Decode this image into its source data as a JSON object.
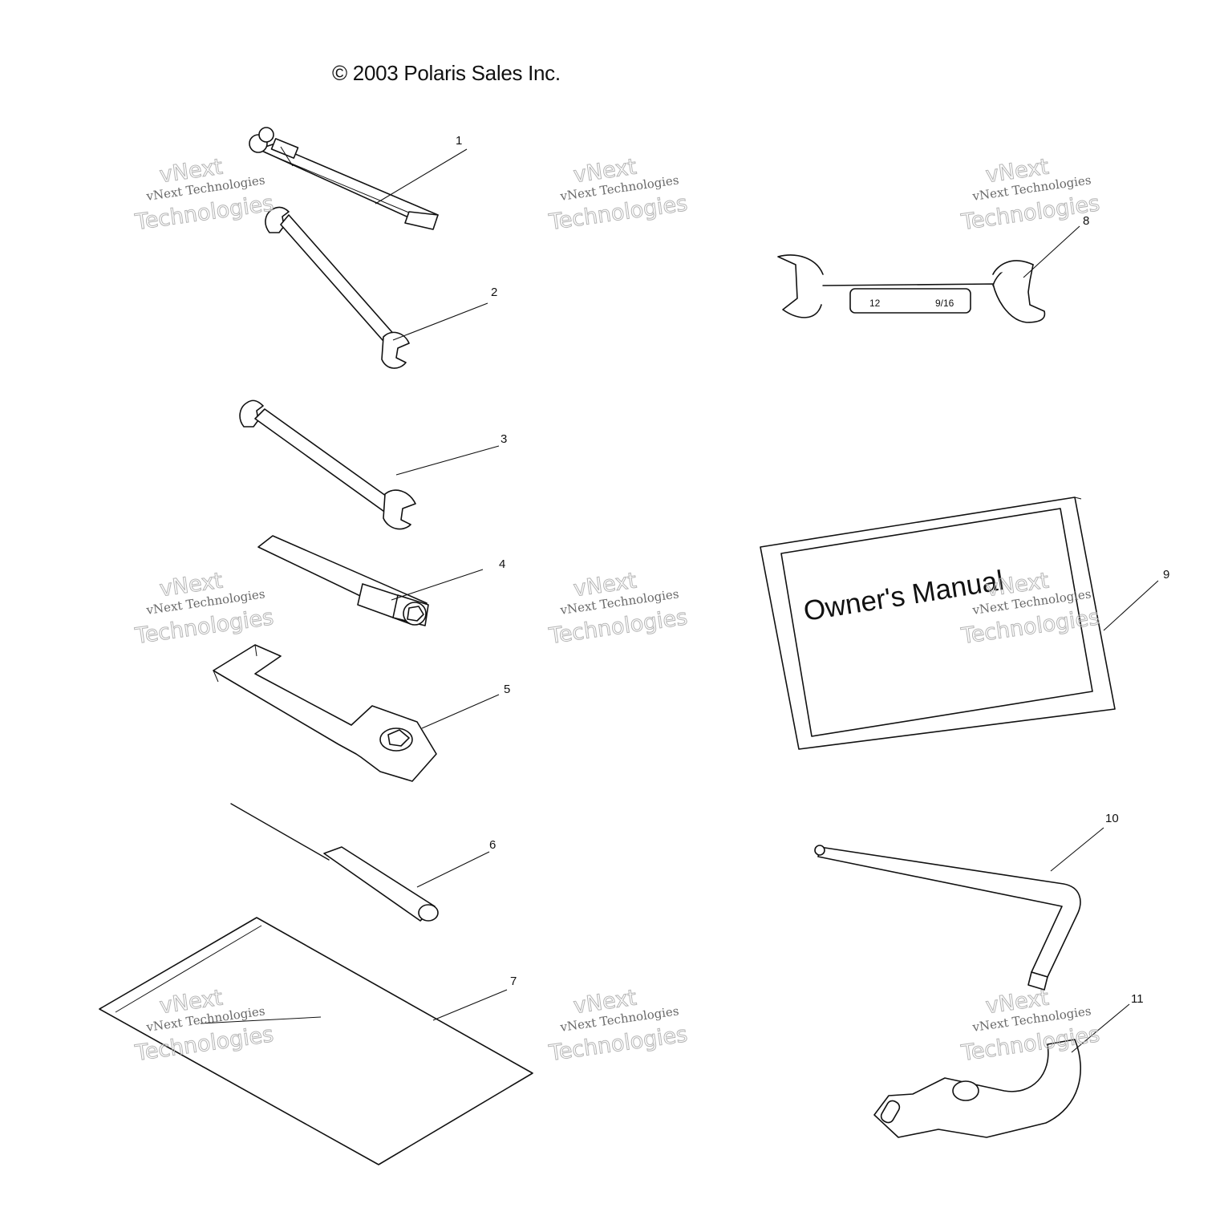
{
  "copyright": "© 2003 Polaris Sales Inc.",
  "watermark": {
    "line1": "vNext",
    "line2": "vNext Technologies",
    "line3": "Technologies"
  },
  "callouts": [
    "1",
    "2",
    "3",
    "4",
    "5",
    "6",
    "7",
    "8",
    "9",
    "10",
    "11"
  ],
  "manual_title": "Owner's Manual",
  "wrench8_markings": [
    "12",
    "9/16"
  ]
}
